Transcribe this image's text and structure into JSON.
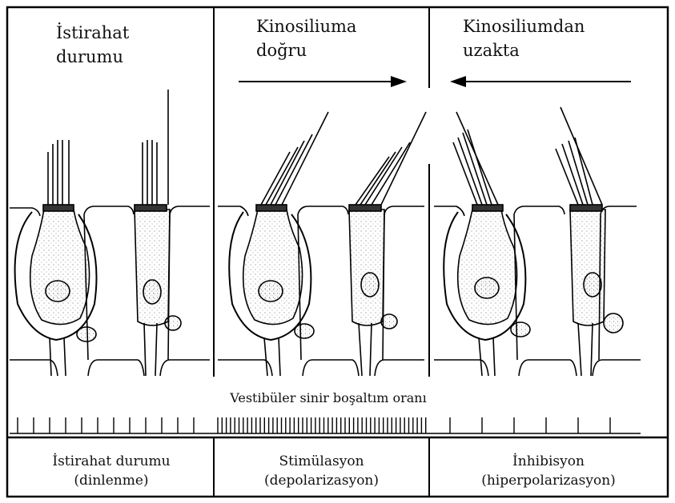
{
  "panels": [
    {
      "id": "rest",
      "title_lines": [
        "İstirahat",
        "durumu"
      ],
      "label_lines": [
        "İstirahat durumu",
        "(dinlenme)"
      ]
    },
    {
      "id": "stim",
      "title_lines": [
        "Kinosiliuma",
        "doğru"
      ],
      "label_lines": [
        "Stimülasyon",
        "(depolarizasyon)"
      ]
    },
    {
      "id": "inhib",
      "title_lines": [
        "Kinosiliumdan",
        "uzakta"
      ],
      "label_lines": [
        "İnhibisyon",
        "(hiperpolarizasyon)"
      ]
    }
  ],
  "spike_train_title": "Vestibüler sinir boşaltım oranı",
  "icons": [
    "arrow-right-icon",
    "arrow-left-icon",
    "hair-cell-icon",
    "nerve-spike-icon"
  ]
}
